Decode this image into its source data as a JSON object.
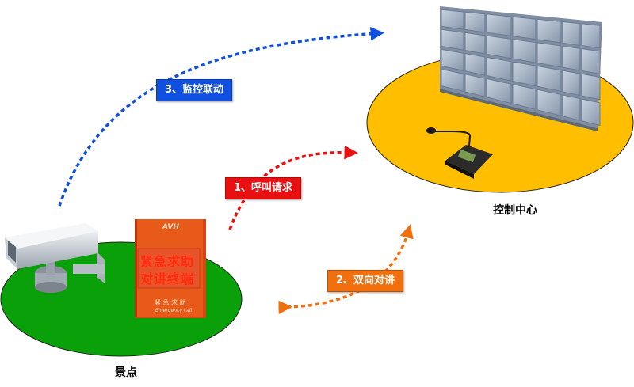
{
  "labels": {
    "step1": "1、呼叫请求",
    "step2": "2、双向对讲",
    "step3": "3、监控联动",
    "scenic_spot": "景点",
    "control_center": "控制中心"
  },
  "terminal": {
    "brand": "AVH",
    "line1": "紧急求助",
    "line2": "对讲终端",
    "footer": "紧 急 求 助",
    "footer_en": "Emergency call"
  },
  "colors": {
    "green_area": "#0aa00a",
    "yellow_area": "#ffbf00",
    "terminal_body": "#e84a14",
    "step1": "#e81010",
    "step2": "#f07010",
    "step3": "#1050e0"
  }
}
